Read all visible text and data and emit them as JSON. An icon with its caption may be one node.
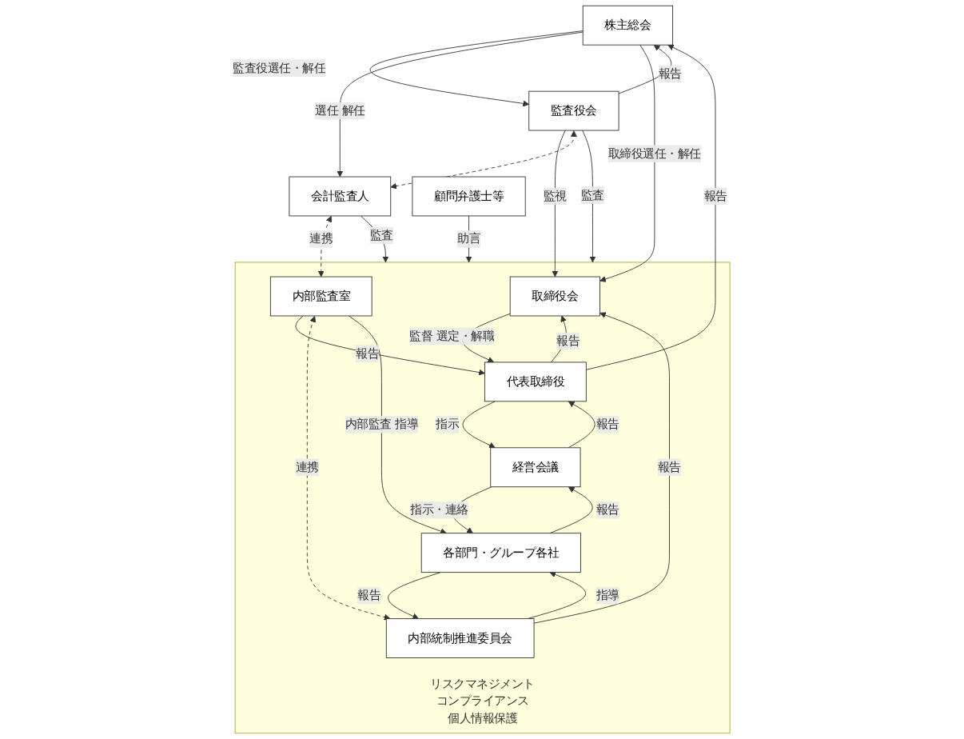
{
  "diagram": {
    "nodes": [
      {
        "text": [
          "株主総会"
        ]
      },
      {
        "text": [
          "監査役会"
        ]
      },
      {
        "text": [
          "会計監査人"
        ]
      },
      {
        "text": [
          "顧問弁護士等"
        ]
      },
      {
        "text": [
          "リスクマネジメント",
          "コンプライアンス",
          "個人情報保護"
        ]
      },
      {
        "text": [
          "取締役会"
        ],
        "in": 4
      },
      {
        "text": [
          "代表取締役"
        ],
        "in": 4
      },
      {
        "text": [
          "内部監査室"
        ],
        "in": 4
      },
      {
        "text": [
          "内部統制推進委員会"
        ],
        "in": 4
      },
      {
        "text": [
          "経営会議"
        ],
        "in": 4
      },
      {
        "text": [
          "各部門・グループ各社"
        ],
        "in": 4
      }
    ],
    "edges": [
      {
        "from": 1,
        "to": 0,
        "arrow": "to",
        "label": "報告"
      },
      {
        "from": 0,
        "to": 1,
        "arrow": "to",
        "label": "監査役選任・解任"
      },
      {
        "from": 0,
        "to": 2,
        "arrow": "to",
        "label": "選任 解任"
      },
      {
        "from": 6,
        "to": 0,
        "arrow": "to",
        "label": "報告"
      },
      {
        "from": 0,
        "to": 5,
        "arrow": "to",
        "label": "取締役選任・解任"
      },
      {
        "from": 1,
        "to": 5,
        "arrow": "to",
        "label": "監視"
      },
      {
        "from": 1,
        "to": 4,
        "arrow": "to",
        "label": "監査"
      },
      {
        "from": 1,
        "to": 2,
        "arrow": "both",
        "style": "dashed"
      },
      {
        "from": 2,
        "to": 7,
        "arrow": "both",
        "style": "dashed",
        "label": "連携"
      },
      {
        "from": 5,
        "to": 6,
        "arrow": "to",
        "label": "監督 選定・解職"
      },
      {
        "from": 6,
        "to": 5,
        "arrow": "to",
        "label": "報告"
      },
      {
        "from": 8,
        "to": 5,
        "arrow": "to",
        "label": "報告"
      },
      {
        "from": 7,
        "to": 6,
        "arrow": "to",
        "label": "報告"
      },
      {
        "from": 7,
        "to": 8,
        "arrow": "both",
        "style": "dashed",
        "label": "連携"
      },
      {
        "from": 9,
        "to": 6,
        "arrow": "to",
        "label": "報告"
      },
      {
        "from": 6,
        "to": 9,
        "arrow": "to",
        "label": "指示"
      },
      {
        "from": 7,
        "to": 10,
        "arrow": "to",
        "label": "内部監査 指導"
      },
      {
        "from": 10,
        "to": 9,
        "arrow": "to",
        "label": "報告"
      },
      {
        "from": 9,
        "to": 10,
        "arrow": "to",
        "label": "指示・連絡"
      },
      {
        "from": 10,
        "to": 8,
        "arrow": "to",
        "label": "報告"
      },
      {
        "from": 8,
        "to": 10,
        "arrow": "to",
        "label": "指導"
      },
      {
        "from": 2,
        "to": 4,
        "arrow": "to",
        "label": "監査"
      },
      {
        "from": 3,
        "to": 4,
        "arrow": "to",
        "label": "助言"
      }
    ]
  }
}
